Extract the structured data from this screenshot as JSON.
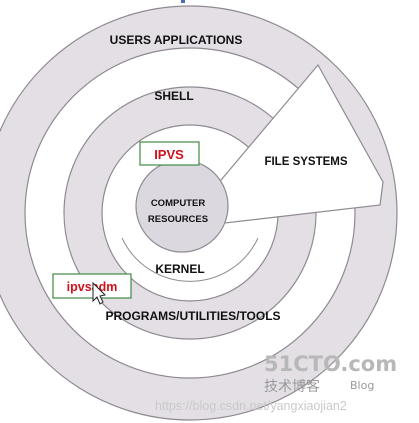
{
  "layers": {
    "outer": "USERS APPLICATIONS",
    "shell": "SHELL",
    "file_systems": "FILE SYSTEMS",
    "core_line1": "COMPUTER",
    "core_line2": "RESOURCES",
    "kernel": "KERNEL",
    "tools": "PROGRAMS/UTILITIES/TOOLS"
  },
  "annotations": {
    "ipvs": "IPVS",
    "ipvsadm": "ipvsadm"
  },
  "watermark": {
    "logo": "51CTO.com",
    "tagline": "技术博客",
    "blog": "Blog",
    "url": "https://blog.csdn.net/yangxiaojian2"
  },
  "colors": {
    "ring_fill": "#e3dfe5",
    "inner_fill": "#ffffff",
    "core_fill": "#dcd8df",
    "stroke": "#8f8a92",
    "annotation_border": "#3f8a44",
    "annotation_text": "#d0101a"
  }
}
